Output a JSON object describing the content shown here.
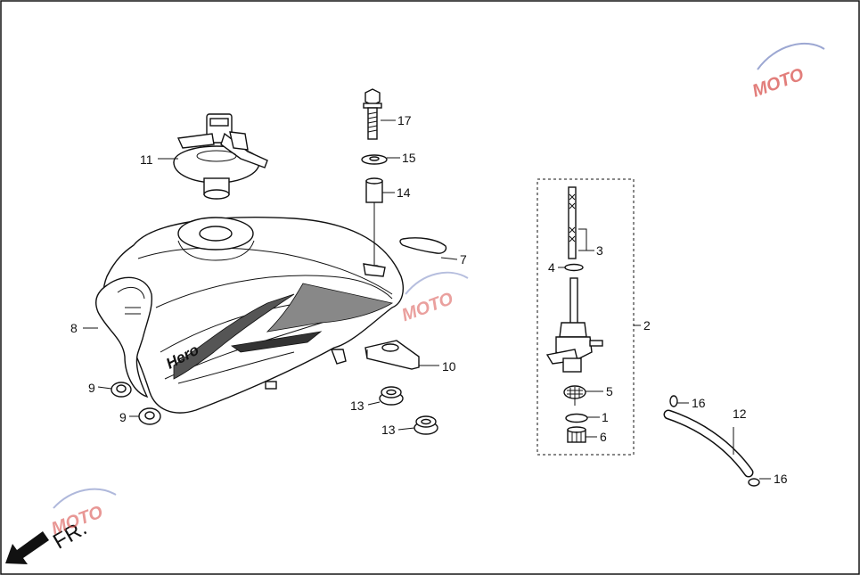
{
  "labels": {
    "p1": "1",
    "p2": "2",
    "p3": "3",
    "p4": "4",
    "p5": "5",
    "p6": "6",
    "p7": "7",
    "p8": "8",
    "p9a": "9",
    "p9b": "9",
    "p10": "10",
    "p11": "11",
    "p12": "12",
    "p13a": "13",
    "p13b": "13",
    "p14": "14",
    "p15": "15",
    "p16a": "16",
    "p16b": "16",
    "p17": "17"
  },
  "direction": "FR.",
  "tank_brand": "Hero",
  "watermark": "MOTO",
  "colors": {
    "line": "#111111",
    "background": "#ffffff",
    "watermark_red": "#d9534f",
    "watermark_blue": "#7b8ac4"
  }
}
